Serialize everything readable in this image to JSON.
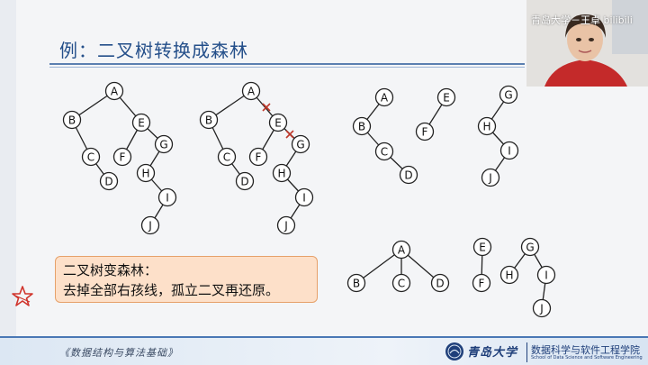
{
  "slide": {
    "title": "例：二叉树转换成森林",
    "rule_heading": "二叉树变森林：",
    "rule_text": "去掉全部右孩线，孤立二叉再还原。"
  },
  "footer": {
    "course": "《数据结构与算法基础》",
    "university": "青岛大学",
    "school_cn": "数据科学与软件工程学院",
    "school_en": "School of Data Science and Software Engineering"
  },
  "video": {
    "caption": "青岛大学－王卓 bilibili"
  },
  "tree_labels": [
    "A",
    "B",
    "C",
    "D",
    "E",
    "F",
    "G",
    "H",
    "I",
    "J"
  ],
  "colors": {
    "title": "#244f8a",
    "rule_box": "#fde0c9",
    "cut_mark": "#c0392b",
    "star": "#d0342c"
  },
  "icons": {
    "annotation": "star-icon",
    "logo": "university-seal-icon"
  }
}
